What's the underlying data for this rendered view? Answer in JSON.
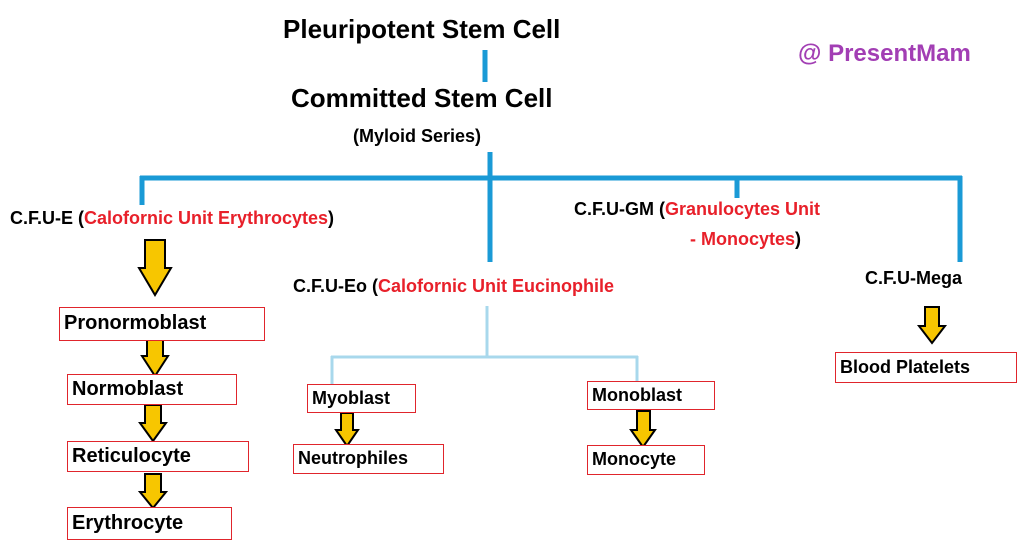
{
  "watermark": "@ PresentMam",
  "root": "Pleuripotent Stem Cell",
  "committed": "Committed Stem Cell",
  "series": "(Myloid Series)",
  "cfue": {
    "prefix": "C.F.U-E (",
    "name": "Calofornic Unit Erythrocytes",
    "suffix": ")"
  },
  "cfugm": {
    "prefix": "C.F.U-GM (",
    "name_line1": "Granulocytes Unit",
    "name_line2": "- Monocytes",
    "suffix": ")"
  },
  "cfueo": {
    "prefix": "C.F.U-Eo (",
    "name": "Calofornic Unit Eucinophile"
  },
  "cfumega": "C.F.U-Mega",
  "erythro_chain": [
    "Pronormoblast",
    "Normoblast",
    "Reticulocyte",
    "Erythrocyte"
  ],
  "myoblast": "Myoblast",
  "neutrophiles": "Neutrophiles",
  "monoblast": "Monoblast",
  "monocyte": "Monocyte",
  "platelets": "Blood Platelets",
  "colors": {
    "connector": "#1a9ad6",
    "light_connector": "#a8d8ec",
    "arrow_fill": "#f7c600",
    "box_border": "#e0252c",
    "red_text": "#e8202a",
    "watermark": "#a23eb4"
  }
}
